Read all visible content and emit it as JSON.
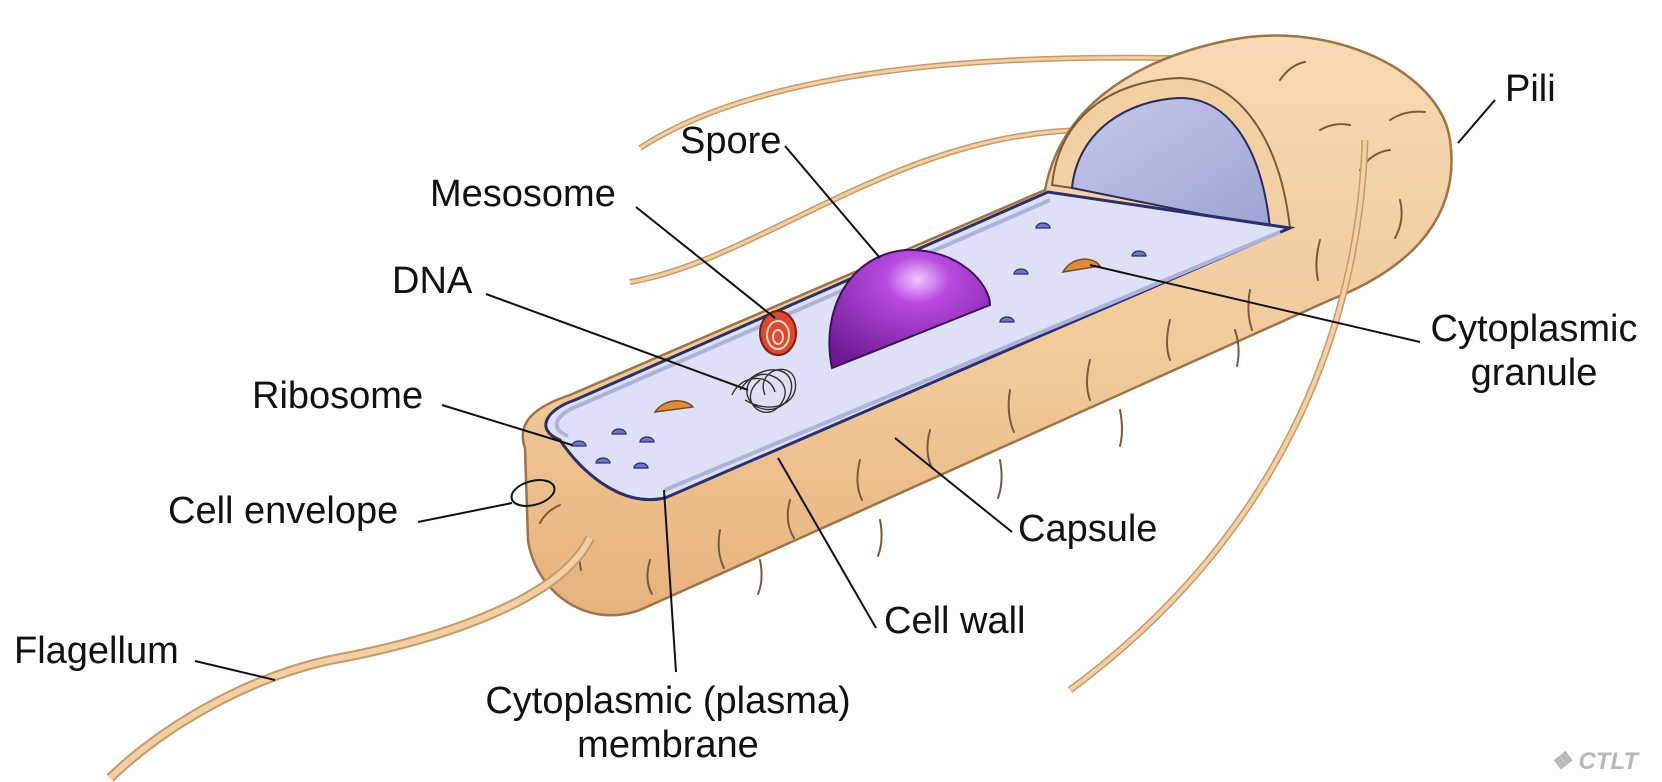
{
  "labels": {
    "spore": "Spore",
    "mesosome": "Mesosome",
    "dna": "DNA",
    "ribosome": "Ribosome",
    "cell_envelope": "Cell envelope",
    "flagellum": "Flagellum",
    "pili": "Pili",
    "cytoplasmic_granule_1": "Cytoplasmic",
    "cytoplasmic_granule_2": "granule",
    "capsule": "Capsule",
    "cell_wall": "Cell wall",
    "membrane_1": "Cytoplasmic (plasma)",
    "membrane_2": "membrane"
  },
  "logo_text": "CTLT",
  "colors": {
    "capsule_fill": "#f3cfa4",
    "capsule_outline": "#c59a6a",
    "cytoplasm": "#dfe1f5",
    "inner_wall": "#aeb2da",
    "spore": "#8e2bb8",
    "granule": "#e08a3e",
    "mesosome": "#d94b33",
    "ribosome": "#6a78c4",
    "leader_line": "#111111"
  }
}
